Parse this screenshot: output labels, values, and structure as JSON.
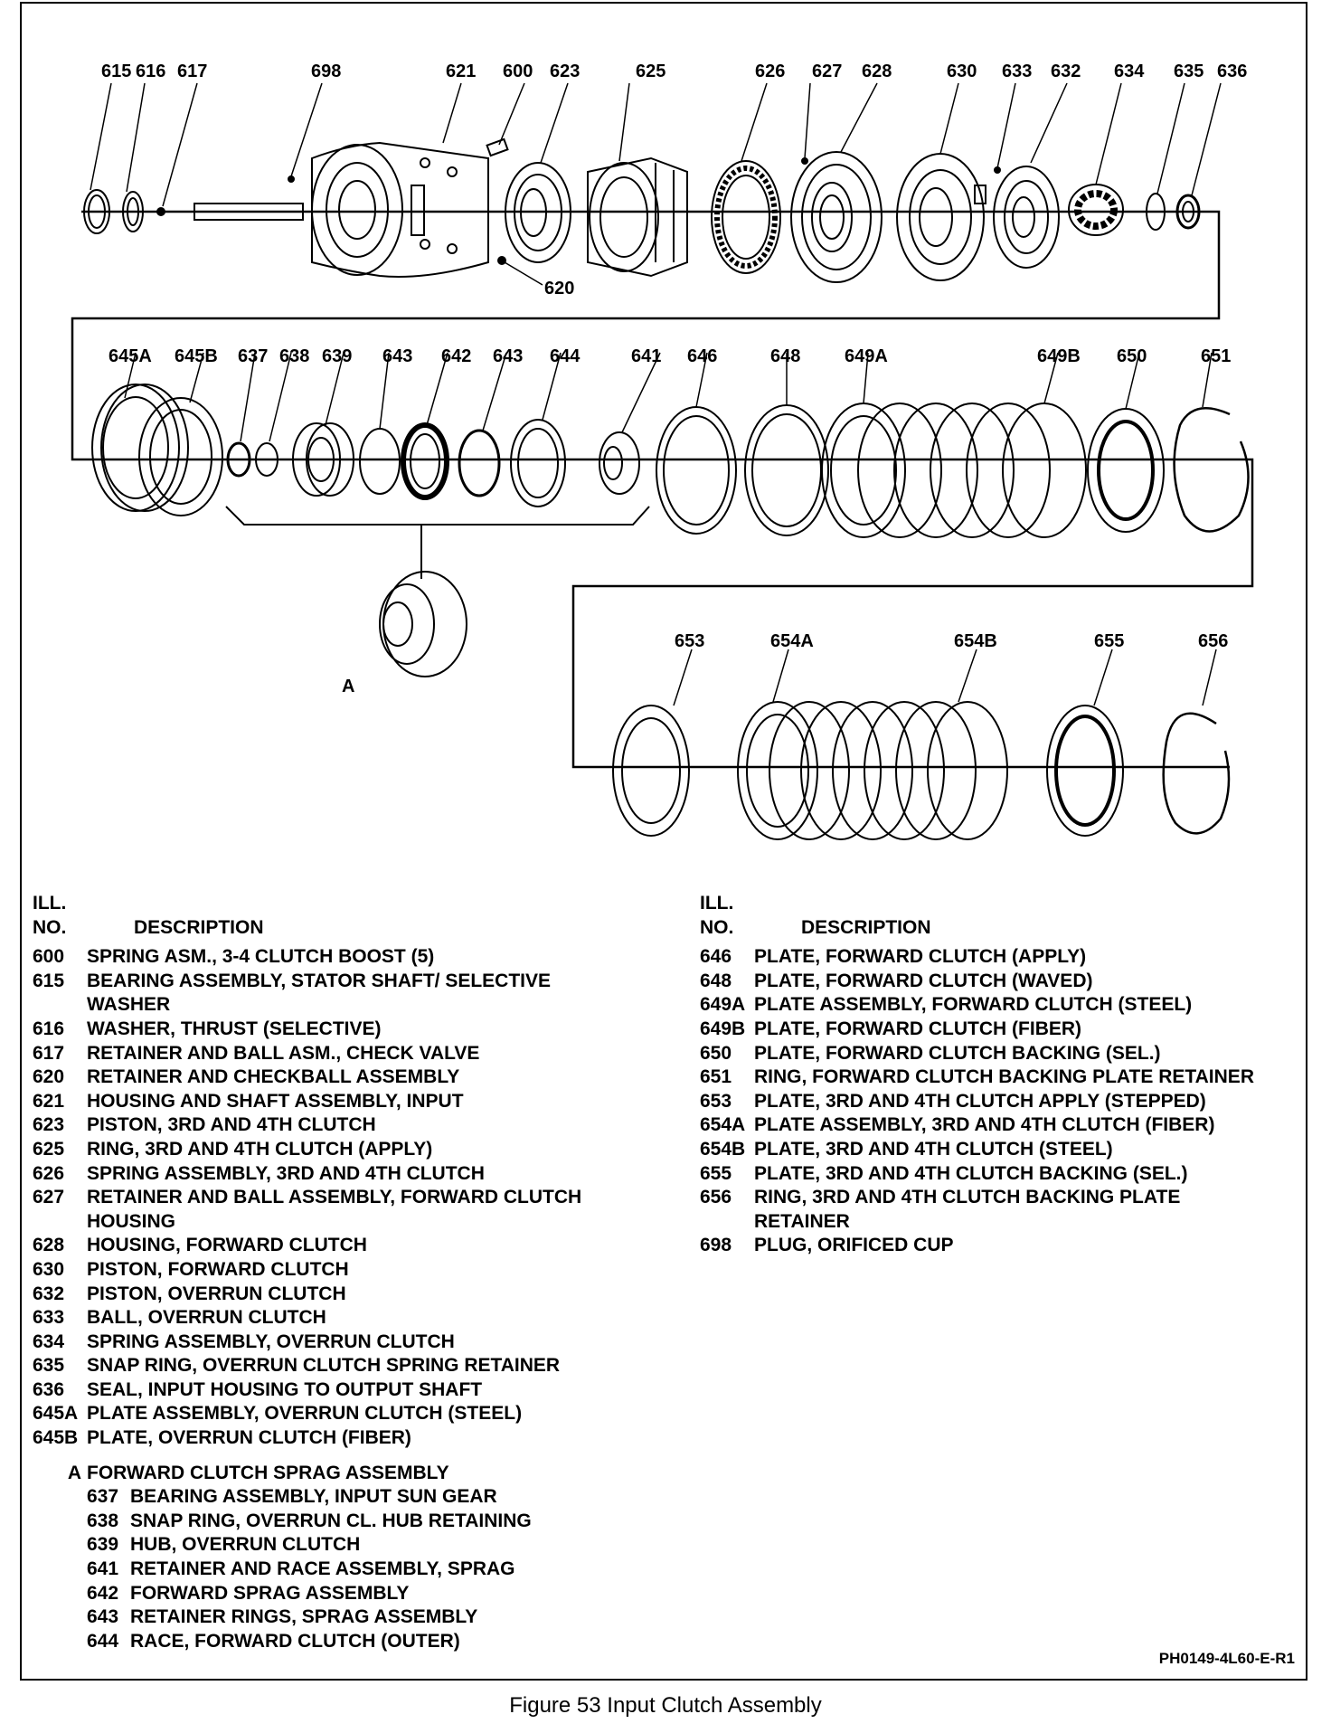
{
  "caption": "Figure 53 Input Clutch Assembly",
  "reference": "PH0149-4L60-E-R1",
  "callouts": {
    "row1": [
      "615",
      "616",
      "617",
      "698",
      "621",
      "600",
      "623",
      "625",
      "626",
      "627",
      "628",
      "630",
      "633",
      "632",
      "634",
      "635",
      "636"
    ],
    "c620": "620",
    "row2": [
      "645A",
      "645B",
      "637",
      "638",
      "639",
      "643",
      "642",
      "643",
      "644",
      "641",
      "646",
      "648",
      "649A",
      "649B",
      "650",
      "651"
    ],
    "assembly": "A",
    "row3": [
      "653",
      "654A",
      "654B",
      "655",
      "656"
    ]
  },
  "legend": {
    "header_no": [
      "ILL.",
      "NO."
    ],
    "header_desc": "DESCRIPTION",
    "left": [
      {
        "no": "600",
        "desc": "SPRING ASM., 3-4 CLUTCH BOOST (5)"
      },
      {
        "no": "615",
        "desc": "BEARING ASSEMBLY, STATOR SHAFT/ SELECTIVE",
        "desc2": "WASHER"
      },
      {
        "no": "616",
        "desc": "WASHER, THRUST (SELECTIVE)"
      },
      {
        "no": "617",
        "desc": "RETAINER AND BALL ASM., CHECK VALVE"
      },
      {
        "no": "620",
        "desc": "RETAINER AND CHECKBALL ASSEMBLY"
      },
      {
        "no": "621",
        "desc": "HOUSING AND SHAFT ASSEMBLY, INPUT"
      },
      {
        "no": "623",
        "desc": "PISTON, 3RD AND 4TH CLUTCH"
      },
      {
        "no": "625",
        "desc": "RING, 3RD AND 4TH CLUTCH (APPLY)"
      },
      {
        "no": "626",
        "desc": "SPRING ASSEMBLY, 3RD AND 4TH CLUTCH"
      },
      {
        "no": "627",
        "desc": "RETAINER AND BALL ASSEMBLY, FORWARD CLUTCH",
        "desc2": "HOUSING"
      },
      {
        "no": "628",
        "desc": "HOUSING, FORWARD CLUTCH"
      },
      {
        "no": "630",
        "desc": "PISTON, FORWARD CLUTCH"
      },
      {
        "no": "632",
        "desc": "PISTON, OVERRUN CLUTCH"
      },
      {
        "no": "633",
        "desc": "BALL, OVERRUN CLUTCH"
      },
      {
        "no": "634",
        "desc": "SPRING ASSEMBLY, OVERRUN CLUTCH"
      },
      {
        "no": "635",
        "desc": "SNAP RING, OVERRUN CLUTCH SPRING RETAINER"
      },
      {
        "no": "636",
        "desc": "SEAL, INPUT HOUSING TO OUTPUT SHAFT"
      },
      {
        "no": "645A",
        "desc": "PLATE ASSEMBLY, OVERRUN CLUTCH (STEEL)"
      },
      {
        "no": "645B",
        "desc": "PLATE, OVERRUN CLUTCH (FIBER)"
      }
    ],
    "sub_group": {
      "no": "A",
      "desc": "FORWARD CLUTCH SPRAG ASSEMBLY"
    },
    "sub_items": [
      {
        "no": "637",
        "desc": "BEARING ASSEMBLY, INPUT SUN GEAR"
      },
      {
        "no": "638",
        "desc": "SNAP RING, OVERRUN CL. HUB RETAINING"
      },
      {
        "no": "639",
        "desc": "HUB, OVERRUN CLUTCH"
      },
      {
        "no": "641",
        "desc": "RETAINER AND RACE ASSEMBLY, SPRAG"
      },
      {
        "no": "642",
        "desc": "FORWARD SPRAG ASSEMBLY"
      },
      {
        "no": "643",
        "desc": "RETAINER RINGS, SPRAG ASSEMBLY"
      },
      {
        "no": "644",
        "desc": "RACE, FORWARD CLUTCH (OUTER)"
      }
    ],
    "right": [
      {
        "no": "646",
        "desc": "PLATE, FORWARD CLUTCH (APPLY)"
      },
      {
        "no": "648",
        "desc": "PLATE, FORWARD CLUTCH (WAVED)"
      },
      {
        "no": "649A",
        "desc": "PLATE ASSEMBLY, FORWARD CLUTCH (STEEL)"
      },
      {
        "no": "649B",
        "desc": "PLATE, FORWARD CLUTCH (FIBER)"
      },
      {
        "no": "650",
        "desc": "PLATE, FORWARD CLUTCH BACKING (SEL.)"
      },
      {
        "no": "651",
        "desc": "RING, FORWARD CLUTCH BACKING PLATE RETAINER"
      },
      {
        "no": "653",
        "desc": "PLATE, 3RD AND 4TH CLUTCH APPLY (STEPPED)"
      },
      {
        "no": "654A",
        "desc": "PLATE ASSEMBLY, 3RD AND 4TH CLUTCH (FIBER)"
      },
      {
        "no": "654B",
        "desc": "PLATE, 3RD AND 4TH CLUTCH (STEEL)"
      },
      {
        "no": "655",
        "desc": "PLATE, 3RD AND 4TH CLUTCH BACKING (SEL.)"
      },
      {
        "no": "656",
        "desc": "RING, 3RD AND 4TH CLUTCH BACKING PLATE",
        "desc2": "RETAINER"
      },
      {
        "no": "698",
        "desc": "PLUG, ORIFICED CUP"
      }
    ]
  }
}
